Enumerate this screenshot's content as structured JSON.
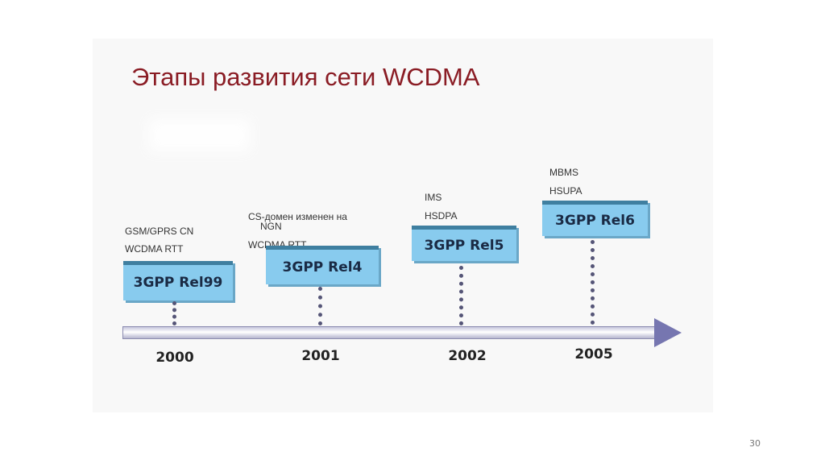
{
  "title": "Этапы развития сети WCDMA",
  "page_number": "30",
  "releases": [
    {
      "label": "3GPP Rel99",
      "year": "2000",
      "notes": [
        "GSM/GPRS CN",
        "WCDMA RTT"
      ]
    },
    {
      "label": "3GPP Rel4",
      "year": "2001",
      "notes": [
        "CS-домен изменен на",
        "NGN",
        "WCDMA RTT"
      ]
    },
    {
      "label": "3GPP Rel5",
      "year": "2002",
      "notes": [
        "IMS",
        "HSDPA"
      ]
    },
    {
      "label": "3GPP Rel6",
      "year": "2005",
      "notes": [
        "MBMS",
        "HSUPA"
      ]
    }
  ]
}
